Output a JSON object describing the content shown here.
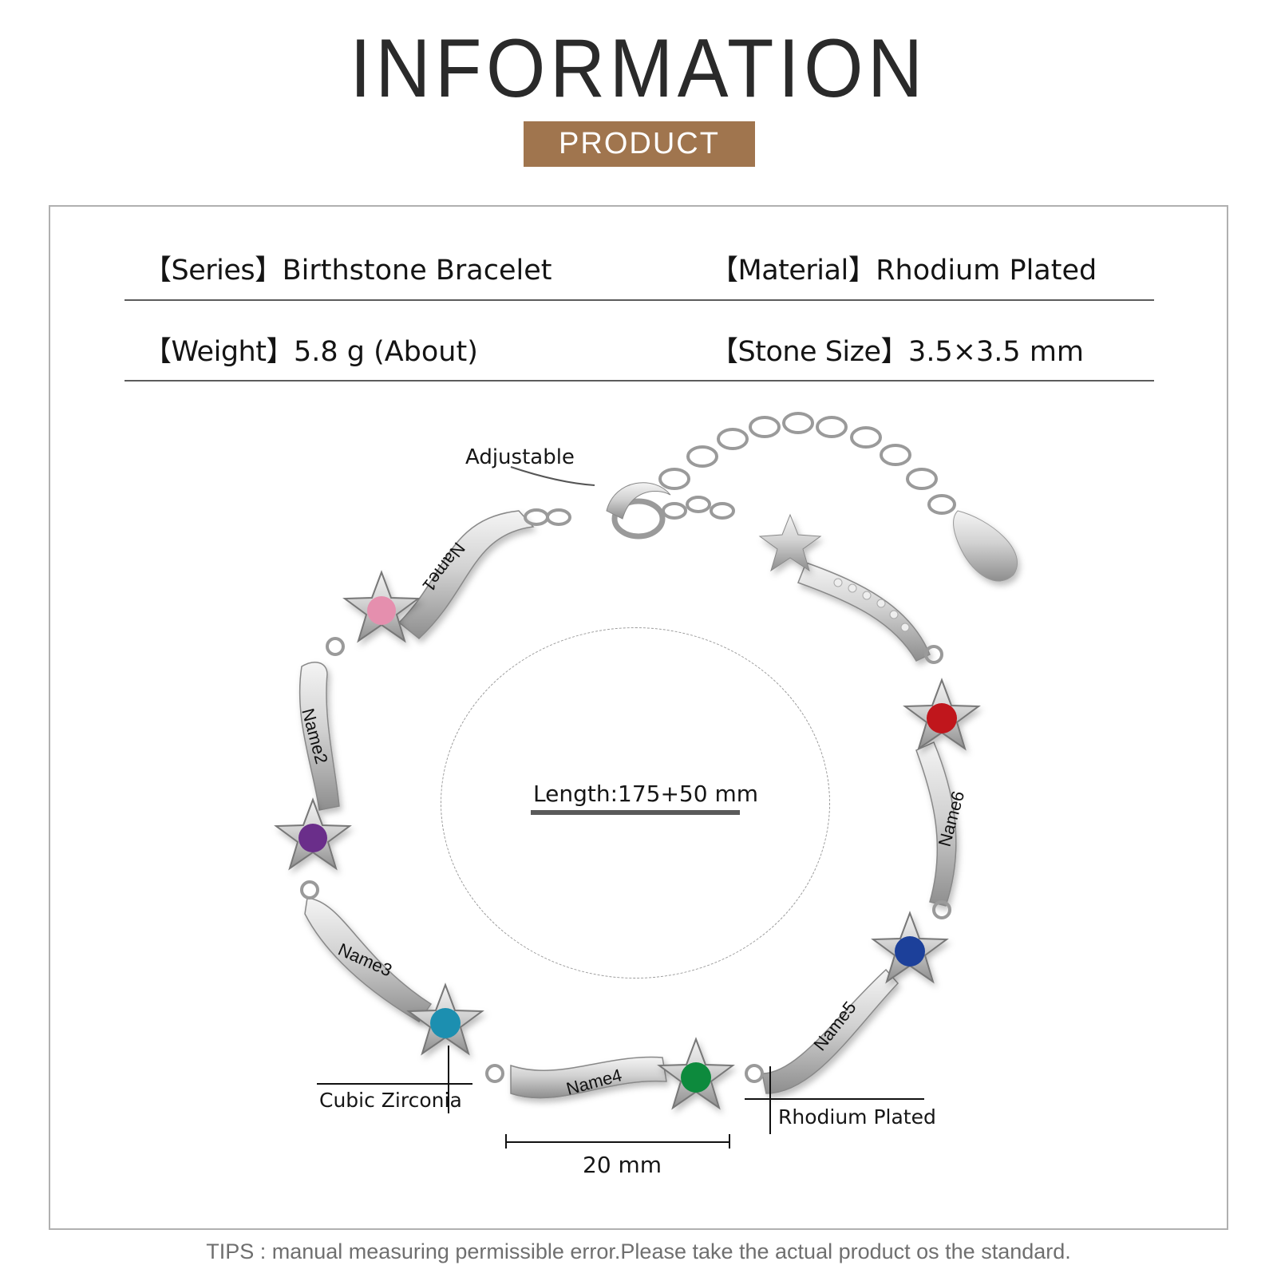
{
  "header": {
    "title": "INFORMATION",
    "badge": "PRODUCT",
    "badge_color": "#a0754e"
  },
  "specs": [
    {
      "key": "【Series】",
      "value": "Birthstone Bracelet"
    },
    {
      "key": "【Material】",
      "value": "Rhodium Plated"
    },
    {
      "key": "【Weight】",
      "value": "5.8 g (About)"
    },
    {
      "key": "【Stone Size】",
      "value": "3.5×3.5 mm"
    }
  ],
  "diagram": {
    "adjustable_label": "Adjustable",
    "length_label": "Length:175+50 mm",
    "cubic_zirconia_label": "Cubic Zirconia",
    "rhodium_label": "Rhodium Plated",
    "width_label": "20 mm",
    "engravings": [
      "Name1",
      "Name2",
      "Name3",
      "Name4",
      "Name5",
      "Name6"
    ],
    "stones": [
      {
        "name": "pink",
        "color": "#e58fae"
      },
      {
        "name": "purple",
        "color": "#6a2f8a"
      },
      {
        "name": "aqua",
        "color": "#1f8fb0"
      },
      {
        "name": "green",
        "color": "#118a3c"
      },
      {
        "name": "blue",
        "color": "#1b3f9a"
      },
      {
        "name": "red",
        "color": "#c0121a"
      }
    ]
  },
  "footer": {
    "tips": "TIPS : manual measuring permissible error.Please take the actual product os the standard."
  }
}
